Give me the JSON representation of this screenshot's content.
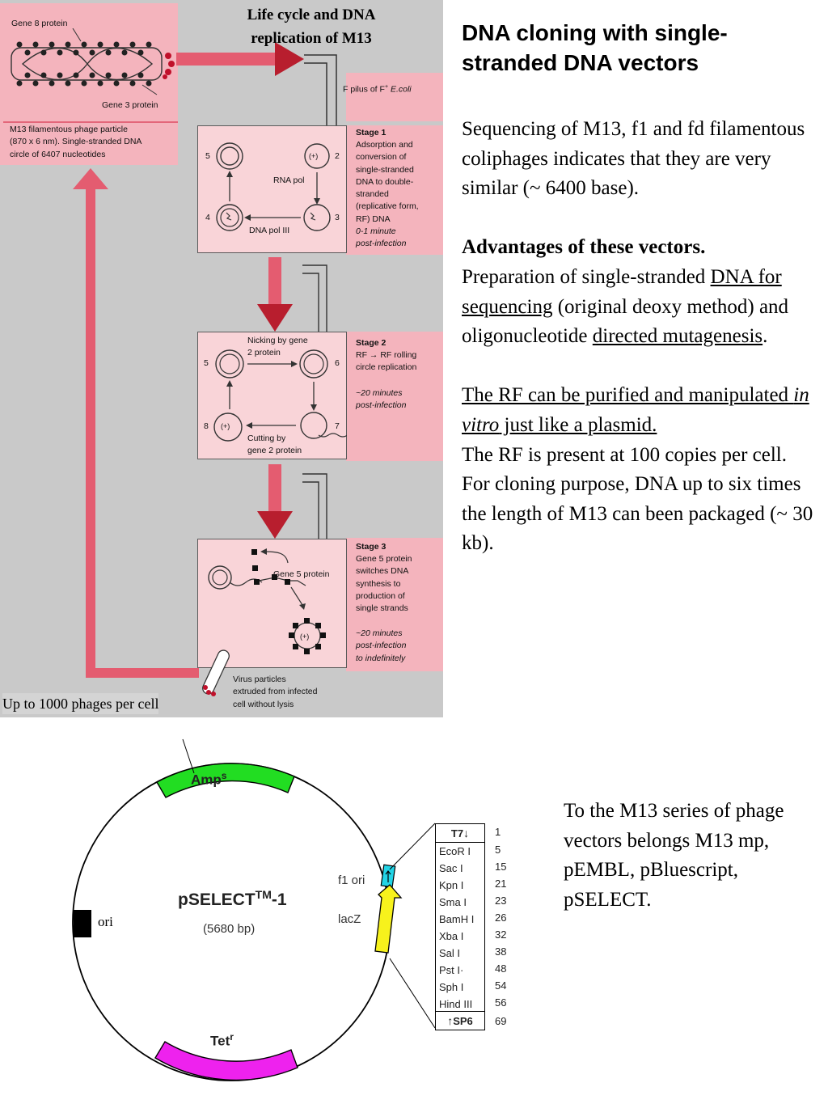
{
  "figure": {
    "title_line1": "Life cycle and DNA",
    "title_line2": "replication of M13",
    "gene8_label": "Gene 8 protein",
    "gene3_label": "Gene 3 protein",
    "pilus_label": "F pilus of F",
    "pilus_sup": "+",
    "pilus_species": "E.coli",
    "particle_desc": "M13 filamentous phage particle\n(870 x 6 nm). Single-stranded DNA\ncircle of 6407 nucleotides",
    "stage1_text": "Adsorption and\nconversion of\nsingle-stranded\nDNA to double-\nstranded\n(replicative form,\nRF) DNA",
    "stage1_title": "Stage 1",
    "stage1_time": "0-1 minute\npost-infection",
    "stage1_rnapol": "RNA pol",
    "stage1_dnapol": "DNA pol III",
    "stage2_title": "Stage 2",
    "stage2_text": "RF → RF rolling\ncircle replication",
    "stage2_time": "~20 minutes\npost-infection",
    "stage2_nicking": "Nicking by gene\n2 protein",
    "stage2_cutting": "Cutting by\ngene 2 protein",
    "stage3_title": "Stage 3",
    "stage3_text": "Gene 5 protein\nswitches DNA\nsynthesis to\nproduction of\nsingle strands",
    "stage3_time": "~20 minutes\npost-infection\nto indefinitely",
    "stage3_gene5": "Gene 5 protein",
    "virus_text": "Virus particles\nextruded from infected\ncell without lysis",
    "up_to": "Up to 1000 phages per cell",
    "plus": "(+)",
    "nums": [
      "5",
      "2",
      "4",
      "3",
      "5",
      "6",
      "8",
      "7"
    ]
  },
  "right": {
    "heading": "DNA cloning with single-stranded DNA vectors",
    "para1": "Sequencing of M13, f1 and fd filamentous coliphages indicates that they are very similar (~ 6400 base).",
    "adv_title": "Advantages of these vectors.",
    "adv_pre": "Preparation of single-stranded ",
    "adv_link1": "DNA for sequencing",
    "adv_mid": " (original deoxy method) and oligonucleotide ",
    "adv_link2": "directed mutagenesis",
    "adv_end": ".",
    "rf_a": "The RF can be purified and manipulated ",
    "rf_b": "in vitro",
    "rf_c": " just like a plasmid.",
    "rf_copies": "The RF is present at 100 copies per cell.",
    "cloning": "For cloning purpose, DNA up to six times the length of M13 can been packaged (~ 30 kb).",
    "series": "To the M13 series of phage vectors belongs M13 mp, pEMBL, pBluescript, pSELECT."
  },
  "plasmid": {
    "name": "pSELECT",
    "tm": "TM",
    "suffix": "-1",
    "size": "(5680 bp)",
    "amp": "Amp",
    "amp_sup": "s",
    "tet": "Tet",
    "tet_sup": "r",
    "ori": "ori",
    "f1ori": "f1 ori",
    "lacz": "lacZ",
    "colors": {
      "amp": "#22dd22",
      "tet": "#ee22ee",
      "f1ori": "#22d4e6",
      "lacz": "#f7f21c",
      "ori": "#000000"
    },
    "t7": "T7",
    "sp6": "SP6",
    "t7_pos": "1",
    "sp6_pos": "69",
    "sites": [
      {
        "name": "EcoR I",
        "pos": "5"
      },
      {
        "name": "Sac I",
        "pos": "15"
      },
      {
        "name": "Kpn I",
        "pos": "21"
      },
      {
        "name": "Sma I",
        "pos": "23"
      },
      {
        "name": "BamH I",
        "pos": "26"
      },
      {
        "name": "Xba I",
        "pos": "32"
      },
      {
        "name": "Sal I",
        "pos": "38"
      },
      {
        "name": "Pst I·",
        "pos": "48"
      },
      {
        "name": "Sph I",
        "pos": "54"
      },
      {
        "name": "Hind III",
        "pos": "56"
      }
    ]
  }
}
